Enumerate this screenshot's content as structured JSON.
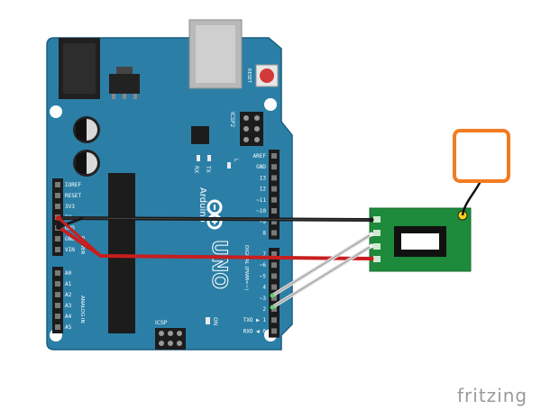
{
  "board": {
    "reset_label": "RESET",
    "icsp2_label": "ICSP2",
    "icsp_label": "ICSP",
    "on_label": "ON",
    "tx_label": "TX",
    "rx_label": "RX",
    "l_label": "L",
    "brand_label": "Arduino",
    "model_label": "UNO",
    "digital_label": "DIGITAL (PWM=~)",
    "power_label": "POWER",
    "analog_label": "ANALOG IN",
    "power_pins": [
      "IOREF",
      "RESET",
      "3V3",
      "5V",
      "GND",
      "GND",
      "VIN"
    ],
    "analog_pins": [
      "A0",
      "A1",
      "A2",
      "A3",
      "A4",
      "A5"
    ],
    "header_top_pins": [
      "AREF",
      "GND",
      "13",
      "12",
      "~11",
      "~10",
      "~9",
      "8"
    ],
    "header_bottom_pins": [
      "7",
      "~6",
      "~5",
      "4",
      "~3",
      "2",
      "TXO ▶ 1",
      "RXO ◀ 0"
    ]
  },
  "watermark": "fritzing",
  "colors": {
    "board": "#2b7fa6",
    "board_edge": "#1c5f80",
    "module": "#1e8a3c",
    "antenna": "#f47b20",
    "wire_black": "#1a1a1a",
    "wire_red": "#c81e1e",
    "wire_white": "#d8d8d8"
  }
}
